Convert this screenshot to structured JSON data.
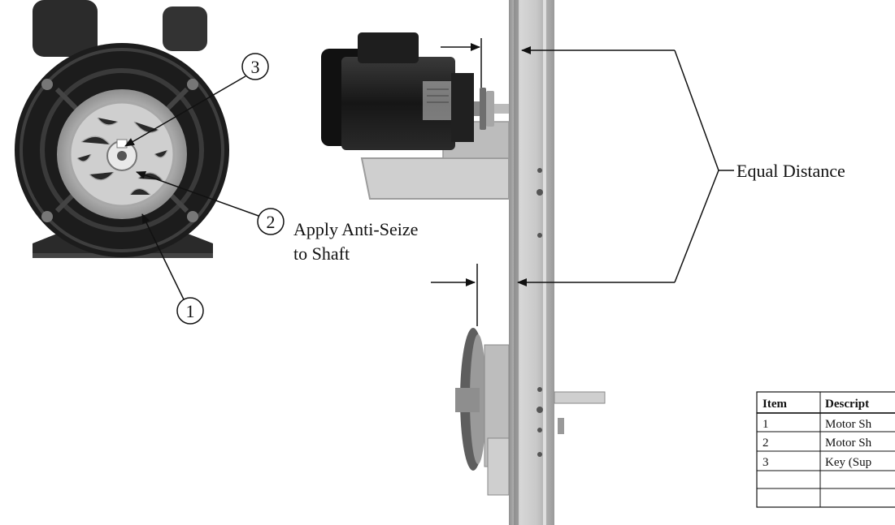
{
  "callouts": [
    {
      "number": "1"
    },
    {
      "number": "2"
    },
    {
      "number": "3"
    }
  ],
  "notes": {
    "apply_line1": "Apply Anti-Seize",
    "apply_line2": "to Shaft",
    "equal_distance": "Equal Distance"
  },
  "parts_table": {
    "headers": [
      "Item",
      "Descript"
    ],
    "rows": [
      [
        "1",
        "Motor Sh"
      ],
      [
        "2",
        "Motor Sh"
      ],
      [
        "3",
        "Key (Sup"
      ]
    ]
  },
  "colors": {
    "ink": "#111111",
    "metal_light": "#d9d9d9",
    "metal_mid": "#b7b7b7",
    "motor_black": "#1a1a1a"
  }
}
